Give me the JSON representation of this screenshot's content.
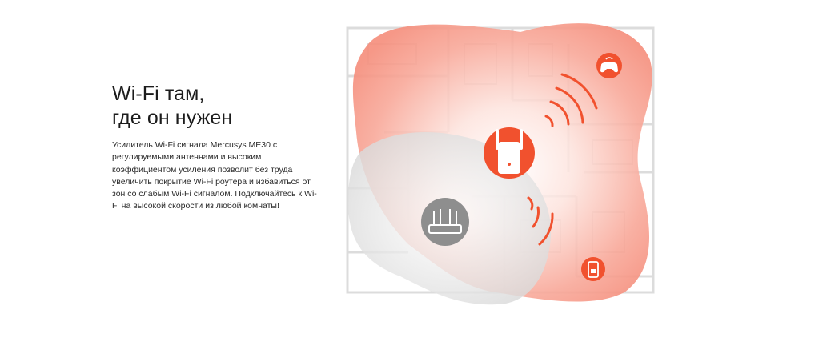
{
  "promo": {
    "title_line_1": "Wi-Fi там,",
    "title_line_2": "где он нужен",
    "description": "Усилитель Wi-Fi сигнала Mercusys ME30 с регулируемыми антеннами и высоким коэффициентом усиления позволит без труда увеличить покрытие Wi-Fi роутера и избавиться от зон со слабым Wi-Fi сигналом. Подключайтесь к Wi-Fi на высокой скорости из любой комнаты!"
  },
  "icons": {
    "router": "router-icon",
    "extender": "extender-icon",
    "gamepad": "gamepad-icon",
    "phone": "phone-icon"
  },
  "colors": {
    "accent": "#f1512e",
    "coverage_red": "#f7a79a",
    "coverage_grey": "#e3e3e3",
    "router_grey": "#8e8e8e",
    "floorplan": "#d9d9d9"
  }
}
